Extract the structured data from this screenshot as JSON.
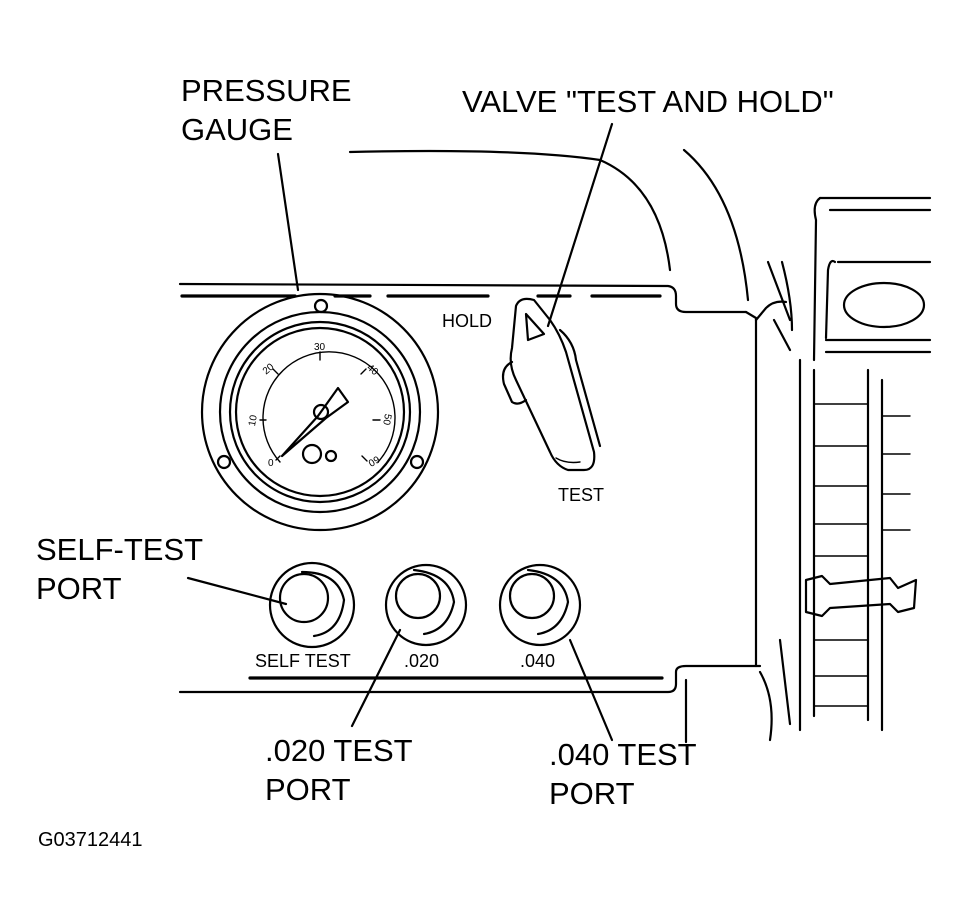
{
  "callouts": {
    "pressure_gauge": [
      "PRESSURE",
      "GAUGE"
    ],
    "valve": "VALVE \"TEST AND HOLD\"",
    "self_test_port": [
      "SELF-TEST",
      "PORT"
    ],
    "port_020": [
      ".020 TEST",
      "PORT"
    ],
    "port_040": [
      ".040 TEST",
      "PORT"
    ]
  },
  "panel_labels": {
    "hold": "HOLD",
    "test": "TEST",
    "self_test": "SELF TEST",
    "port_020": ".020",
    "port_040": ".040"
  },
  "gauge": {
    "scale": [
      "0",
      "10",
      "20",
      "30",
      "40",
      "50",
      "60"
    ]
  },
  "figure_id": "G03712441"
}
